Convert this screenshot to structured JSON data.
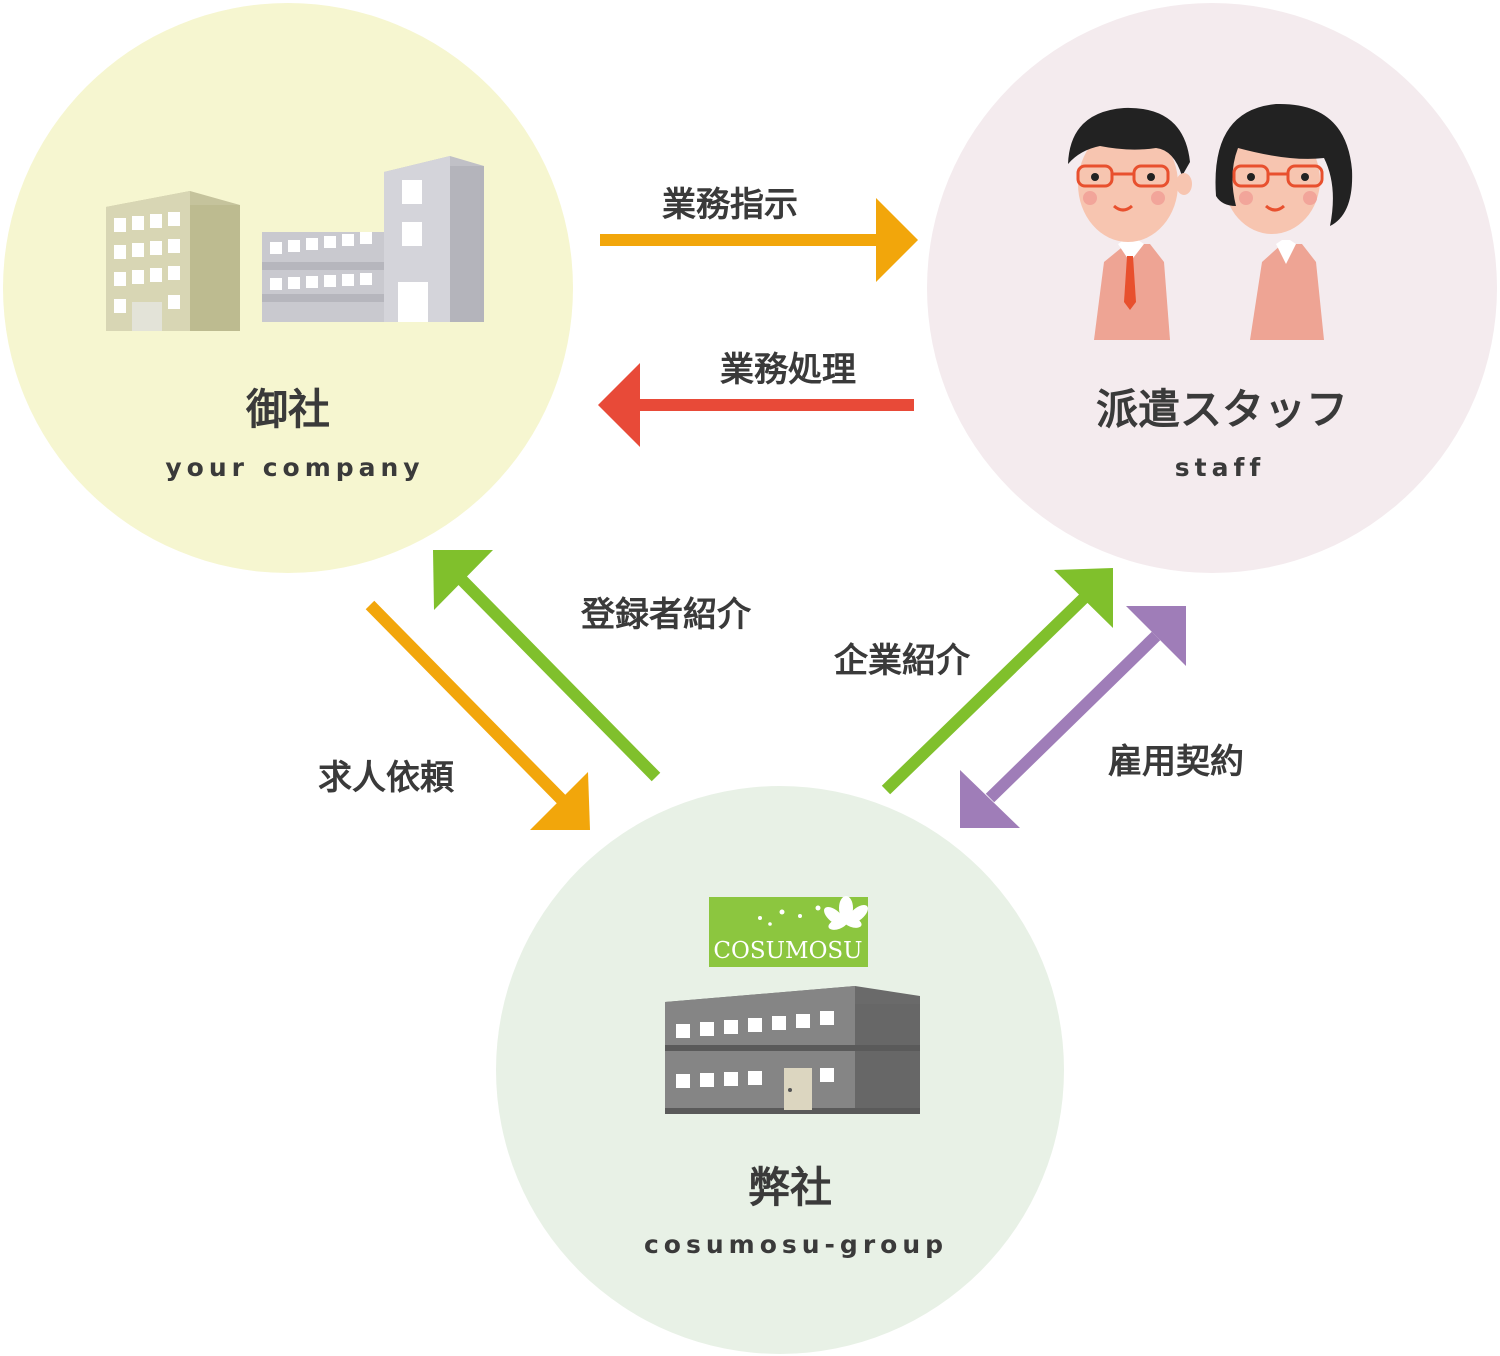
{
  "nodes": {
    "client": {
      "title": "御社",
      "subtitle": "your company",
      "color": "#f6f6d0"
    },
    "staff": {
      "title": "派遣スタッフ",
      "subtitle": "staff",
      "color": "#f4ebee"
    },
    "agency": {
      "title": "弊社",
      "subtitle": "cosumosu-group",
      "color": "#e8f1e6",
      "logo_text": "COSUMOSU"
    }
  },
  "edges": {
    "instruction": {
      "label": "業務指示",
      "color": "#f2a60b"
    },
    "processing": {
      "label": "業務処理",
      "color": "#e84a38"
    },
    "job_request": {
      "label": "求人依頼",
      "color": "#f2a60b"
    },
    "candidate_referral": {
      "label": "登録者紹介",
      "color": "#80c02c"
    },
    "company_referral": {
      "label": "企業紹介",
      "color": "#80c02c"
    },
    "employment_contract": {
      "label": "雇用契約",
      "color": "#9f7db8"
    }
  },
  "colors": {
    "logo_green": "#8cc63f",
    "building_gray": "#7b7b7b",
    "staff_suit": "#eea494",
    "tie": "#e8502e"
  },
  "icons": [
    "office-buildings-icon",
    "staff-people-icon",
    "agency-building-icon",
    "cosumosu-logo-icon"
  ]
}
